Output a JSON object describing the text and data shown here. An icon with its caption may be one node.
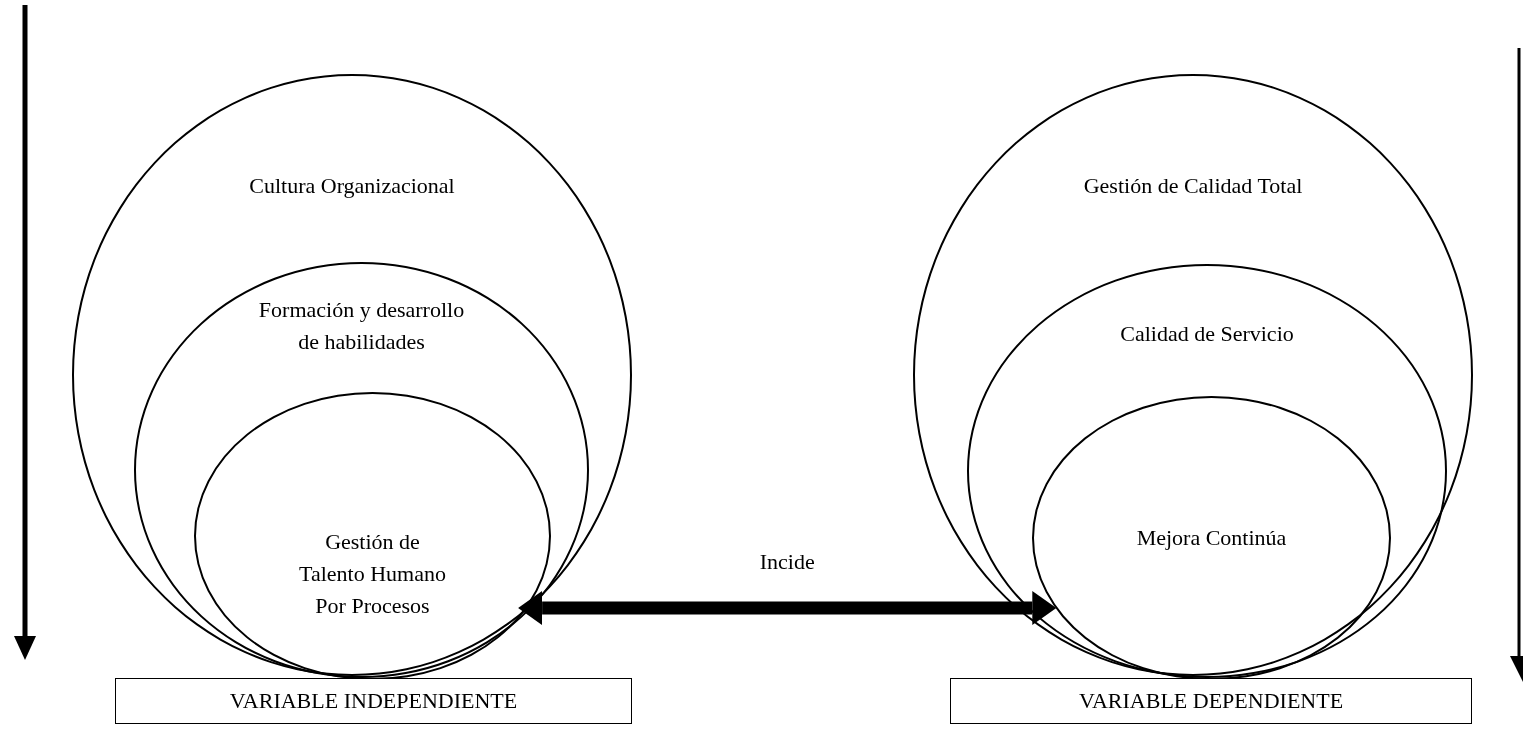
{
  "diagram": {
    "nodes": [
      {
        "text": [
          "Cultura Organizacional"
        ]
      },
      {
        "text": [
          "Formación y desarrollo de habilidades"
        ],
        "in": 0
      },
      {
        "text": [
          "Gestión de Talento Humano Por Procesos"
        ],
        "in": 1
      },
      {
        "text": [
          "Gestión de Calidad Total"
        ]
      },
      {
        "text": [
          "Calidad de Servicio"
        ],
        "in": 3
      },
      {
        "text": [
          "Mejora Continúa"
        ],
        "in": 4
      },
      {
        "text": [
          "VARIABLE INDEPENDIENTE"
        ]
      },
      {
        "text": [
          "VARIABLE DEPENDIENTE"
        ]
      }
    ],
    "edges": [
      {
        "from": 2,
        "to": 5,
        "arrow": "both",
        "label": "Incide"
      }
    ]
  }
}
